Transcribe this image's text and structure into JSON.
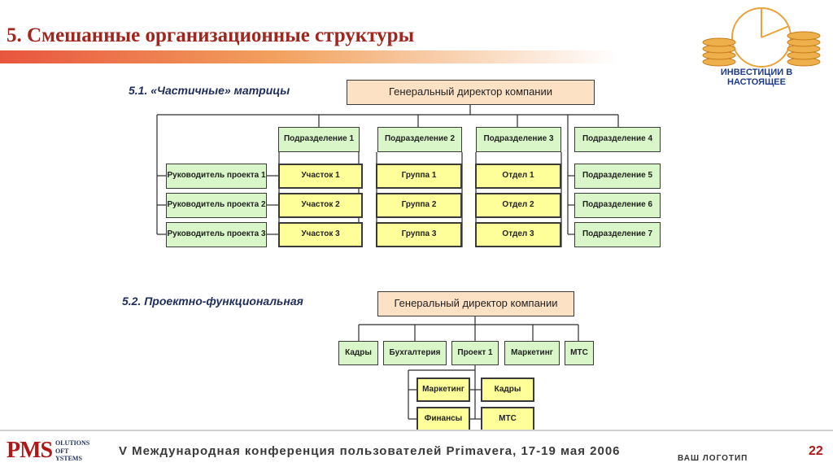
{
  "title": "5. Смешанные организационные структуры",
  "logo_top": {
    "text": "ИНВЕСТИЦИИ В НАСТОЯЩЕЕ",
    "icon": "coins-clock-icon"
  },
  "section1": {
    "label": "5.1. «Частичные» матрицы",
    "director": "Генеральный директор компании",
    "divisions": [
      "Подразделение 1",
      "Подразделение 2",
      "Подразделение 3",
      "Подразделение 4"
    ],
    "managers": [
      "Руководитель проекта 1",
      "Руководитель проекта 2",
      "Руководитель проекта 3"
    ],
    "matrix": [
      [
        "Участок 1",
        "Группа 1",
        "Отдел 1"
      ],
      [
        "Участок 2",
        "Группа 2",
        "Отдел 2"
      ],
      [
        "Участок 3",
        "Группа 3",
        "Отдел 3"
      ]
    ],
    "extra_divisions": [
      "Подразделение 5",
      "Подразделение 6",
      "Подразделение 7"
    ]
  },
  "section2": {
    "label": "5.2. Проектно-функциональная",
    "director": "Генеральный директор компании",
    "departments": [
      "Кадры",
      "Бухгалтерия",
      "Проект 1",
      "Маркетинг",
      "МТС"
    ],
    "project_units": [
      "Маркетинг",
      "Кадры",
      "Финансы",
      "МТС"
    ]
  },
  "footer": {
    "conference": "V Международная конференция пользователей Primavera, 17-19 мая 2006",
    "logo_placeholder": "ВАШ ЛОГОТИП",
    "page": "22",
    "brand_main": "PMS",
    "brand_lines": [
      "OLUTIONS",
      "OFT",
      "YSTEMS"
    ]
  },
  "colors": {
    "title": "#a0261e",
    "green_box": "#d8f6c8",
    "yellow_box": "#ffff99",
    "director_box": "#fce1c4"
  }
}
